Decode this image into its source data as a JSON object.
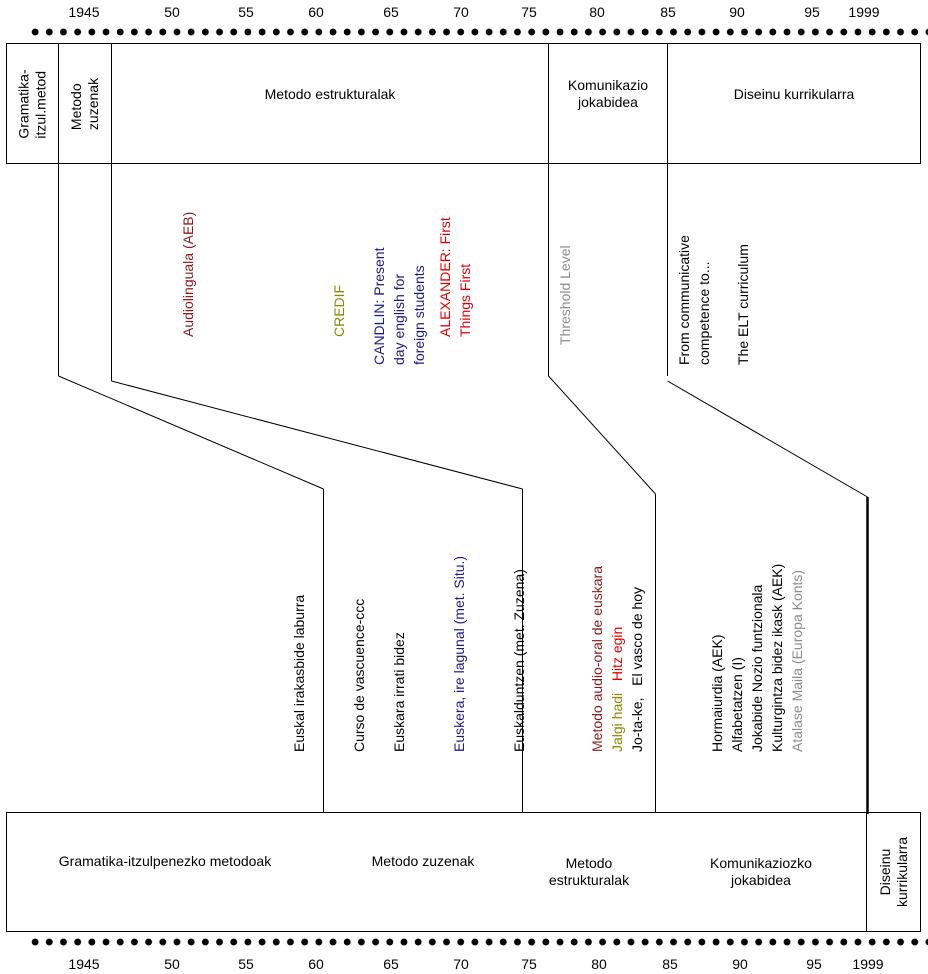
{
  "colors": {
    "black": "#000000",
    "dark_red": "#8b1a1a",
    "olive": "#8a8a00",
    "navy": "#1a1a8c",
    "red": "#e00000",
    "gray": "#8c8c8c"
  },
  "axis": {
    "ticks": [
      "1945",
      "50",
      "55",
      "60",
      "65",
      "70",
      "75",
      "80",
      "85",
      "90",
      "95",
      "1999"
    ]
  },
  "top_header": [
    {
      "label": "Gramatika-\nitzul.metod",
      "vertical": true
    },
    {
      "label": "Metodo\nzuzenak",
      "vertical": true
    },
    {
      "label": "Metodo estrukturalak",
      "vertical": false
    },
    {
      "label": "Komunikazio\njokabidea",
      "vertical": false
    },
    {
      "label": "Diseinu kurrikularra",
      "vertical": false
    }
  ],
  "international_works": [
    {
      "lines": [
        "Audiolinguala (AEB)"
      ],
      "color": "#8b1a1a"
    },
    {
      "lines": [
        "CREDIF"
      ],
      "color": "#8a8a00"
    },
    {
      "lines": [
        "CANDLIN: Present",
        "day english for",
        "foreign students"
      ],
      "color": "#1a1a8c"
    },
    {
      "lines": [
        "ALEXANDER: First",
        "Things First"
      ],
      "color": "#e00000"
    },
    {
      "lines": [
        "Threshold Level"
      ],
      "color": "#8c8c8c"
    },
    {
      "lines": [
        "From communicative",
        "competence to..."
      ],
      "color": "#000000"
    },
    {
      "lines": [
        "The ELT curriculum"
      ],
      "color": "#000000"
    }
  ],
  "basque_works": {
    "euskal_irakasbide": "Euskal irakasbide laburra",
    "curso": "Curso de vascuence-ccc",
    "euskara_irrati": "Euskara irrati bidez",
    "euskera_ire": "Euskera, ire lagunal (met. Situ.)",
    "euskalduntzen": "Euskalduntzen  (met. Zuzena)",
    "metodo_audio": "Metodo audio-oral de euskara",
    "jalgi_hadi": "Jalgi hadi",
    "hitz_egin": "Hitz egin",
    "jo_ta_ke": "Jo-ta-ke,",
    "el_vasco": "El vasco de hoy",
    "hormaiurdia": "Hormaiurdia (AEK)",
    "alfabetatzen": "Alfabetatzen (I)",
    "jokabide": "Jokabide Nozio funtzionala",
    "kulturgintza": "Kulturgintza bidez ikask (AEK)",
    "atalase": "Atalase Maila (Europa Konts)"
  },
  "bottom_header": [
    {
      "label": "Gramatika-itzulpenezko metodoak",
      "vertical": false
    },
    {
      "label": "Metodo zuzenak",
      "vertical": false
    },
    {
      "label": "Metodo\nestrukturalak",
      "vertical": false
    },
    {
      "label": "Komunikaziozko\njokabidea",
      "vertical": false
    },
    {
      "label": "Diseinu\nkurrikularra",
      "vertical": true
    }
  ]
}
